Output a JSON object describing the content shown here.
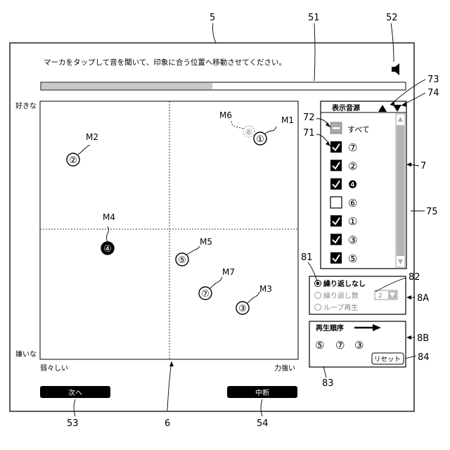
{
  "instruction": "マーカをタップして音を聞いて、印象に合う位置へ移動させてください。",
  "progress": 0.47,
  "axes": {
    "y_top": "好きな",
    "y_bottom": "嫌いな",
    "x_left": "弱々しい",
    "x_right": "力強い"
  },
  "markers": [
    {
      "symbol": "①",
      "label": "M1",
      "selected": false
    },
    {
      "symbol": "②",
      "label": "M2",
      "selected": false
    },
    {
      "symbol": "③",
      "label": "M3",
      "selected": false
    },
    {
      "symbol": "④",
      "label": "M4",
      "selected": true
    },
    {
      "symbol": "⑤",
      "label": "M5",
      "selected": false
    },
    {
      "symbol": "⑦",
      "label": "M7",
      "selected": false
    }
  ],
  "ghost_marker": {
    "symbol": "⑥",
    "label": "M6"
  },
  "source_panel": {
    "title": "表示音源",
    "all_label": "すべて",
    "items": [
      {
        "symbol": "⑦",
        "checked": true
      },
      {
        "symbol": "②",
        "checked": true
      },
      {
        "symbol": "❹",
        "checked": true
      },
      {
        "symbol": "⑥",
        "checked": false
      },
      {
        "symbol": "①",
        "checked": true
      },
      {
        "symbol": "③",
        "checked": true
      },
      {
        "symbol": "⑤",
        "checked": true
      }
    ]
  },
  "repeat_panel": {
    "options": [
      "繰り返しなし",
      "繰り返し数",
      "ループ再生"
    ],
    "selected": 0,
    "count": "2"
  },
  "order_panel": {
    "title": "再生順序",
    "sequence": [
      "⑤",
      "⑦",
      "③"
    ],
    "reset_label": "リセット"
  },
  "buttons": {
    "next": "次へ",
    "stop": "中断"
  },
  "ref_labels": {
    "r5": "5",
    "r51": "51",
    "r52": "52",
    "r73": "73",
    "r74": "74",
    "r72": "72",
    "r71": "71",
    "r7": "7",
    "r75": "75",
    "r81": "81",
    "r82": "82",
    "r8A": "8A",
    "r8B": "8B",
    "r84": "84",
    "r83": "83",
    "r53": "53",
    "r6": "6",
    "r54": "54"
  }
}
